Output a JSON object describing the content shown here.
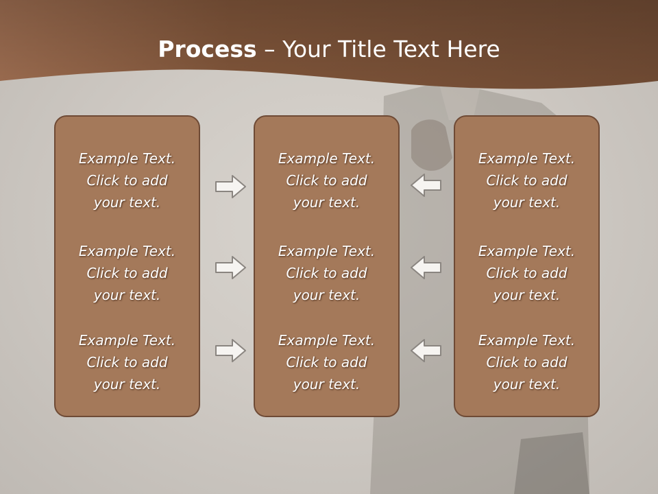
{
  "slide": {
    "title_bold": "Process",
    "title_rest": " – Your Title Text Here"
  },
  "columns": [
    {
      "items": [
        "Example Text.\nClick  to add\nyour text.",
        "Example Text.\nClick  to add\nyour text.",
        "Example Text.\nClick  to add\nyour text."
      ]
    },
    {
      "items": [
        "Example Text.\nClick  to add\nyour text.",
        "Example Text.\nClick  to add\nyour text.",
        "Example Text.\nClick  to add\nyour text."
      ]
    },
    {
      "items": [
        "Example Text.\nClick  to add\nyour text.",
        "Example Text.\nClick  to add\nyour text.",
        "Example Text.\nClick  to add\nyour text."
      ]
    }
  ],
  "arrows": {
    "left_group": "right-arrow-icon",
    "right_group": "left-arrow-icon"
  },
  "colors": {
    "header": "#7a4f36",
    "box_fill": "#a4795a",
    "box_border": "#6e4a35",
    "text": "#ffffff"
  }
}
